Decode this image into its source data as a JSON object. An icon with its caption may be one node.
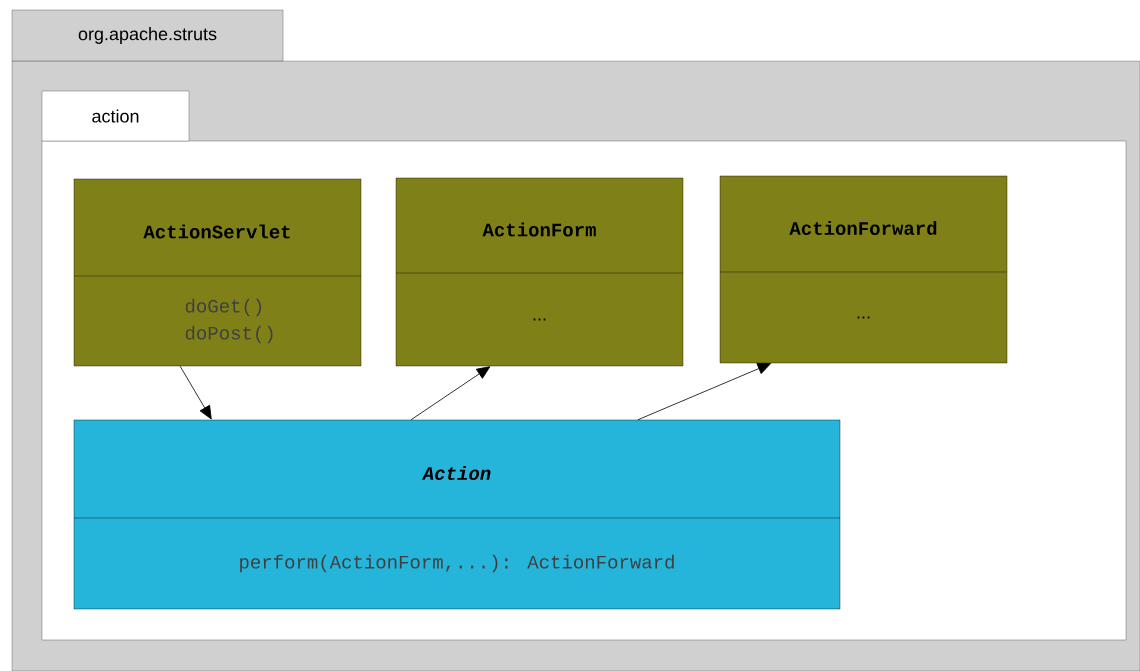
{
  "diagram": {
    "nodes": [
      {
        "text": [
          "org.apache.struts"
        ]
      },
      {
        "text": [
          "action"
        ],
        "in": 0
      },
      {
        "text": [
          "ActionServlet",
          "doGet() doPost()"
        ],
        "in": 1
      },
      {
        "text": [
          "ActionForm",
          "..."
        ],
        "in": 1
      },
      {
        "text": [
          "ActionForward",
          "..."
        ],
        "in": 1
      },
      {
        "text": [
          "Action",
          "perform(ActionForm,...): ActionForward"
        ],
        "in": 1
      }
    ],
    "edges": [
      {
        "from": 2,
        "to": 5,
        "arrow": "to"
      },
      {
        "from": 5,
        "to": 3,
        "arrow": "to"
      },
      {
        "from": 5,
        "to": 4,
        "arrow": "to"
      }
    ]
  }
}
